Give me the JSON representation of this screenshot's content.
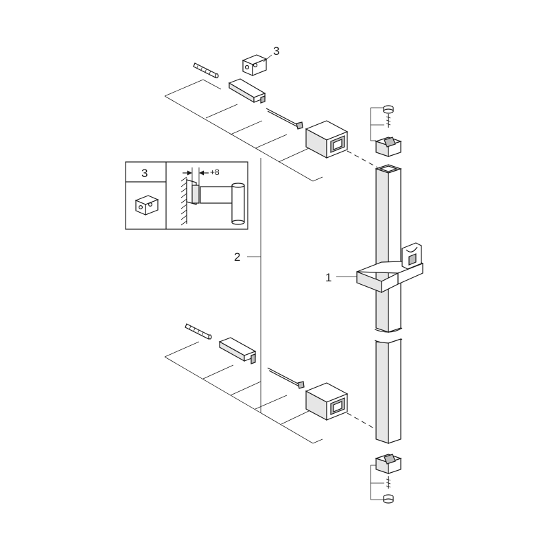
{
  "labels": {
    "part_1": "1",
    "part_2": "2",
    "part_3": "3",
    "inset_part": "3",
    "inset_dimension": "+8"
  }
}
